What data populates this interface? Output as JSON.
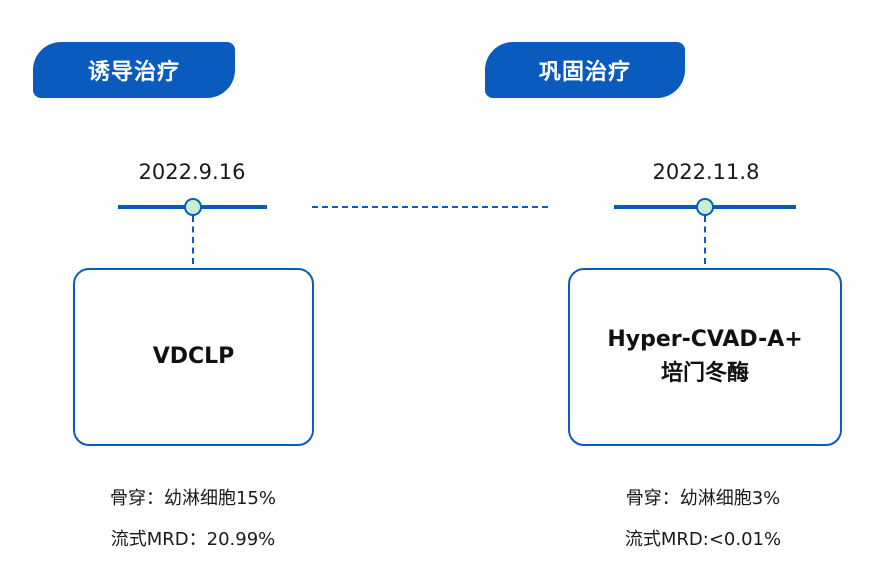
{
  "phases": [
    {
      "label": "诱导治疗",
      "date": "2022.9.16",
      "regimen_lines": [
        "VDCLP"
      ],
      "results": [
        "骨穿：幼淋细胞15%",
        "流式MRD：20.99%"
      ]
    },
    {
      "label": "巩固治疗",
      "date": "2022.11.8",
      "regimen_lines": [
        "Hyper-CVAD-A+",
        "培门冬酶"
      ],
      "results": [
        "骨穿：幼淋细胞3%",
        "流式MRD:<0.01%"
      ]
    }
  ],
  "colors": {
    "accent": "#0b5bbf",
    "node_fill": "#c8efcf",
    "background": "#ffffff"
  }
}
